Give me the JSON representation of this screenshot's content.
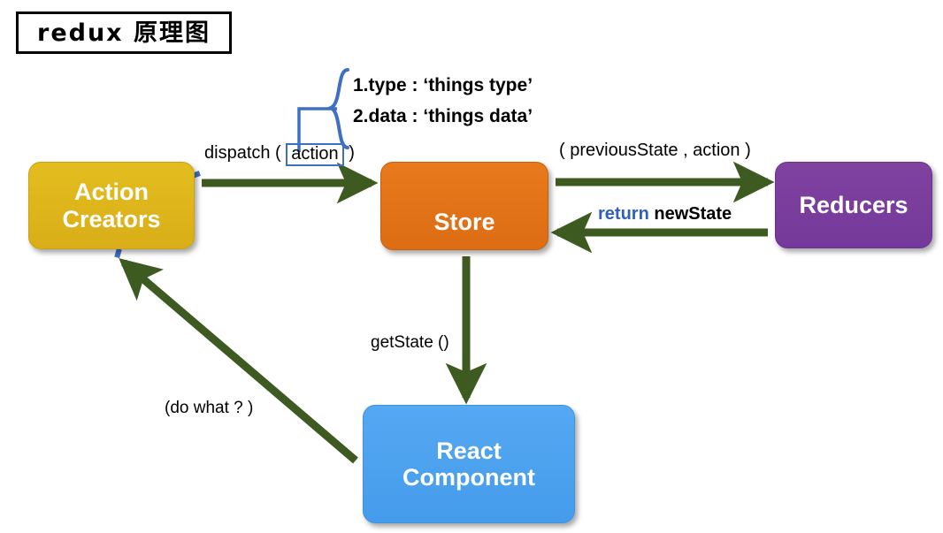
{
  "title": {
    "text": "redux 原理图"
  },
  "nodes": {
    "action_creators": {
      "line1": "Action",
      "line2": "Creators",
      "color": "#e0b81e"
    },
    "store": {
      "label": "Store",
      "color": "#e3741a"
    },
    "reducers": {
      "label": "Reducers",
      "color": "#7b3ea3"
    },
    "react_component": {
      "line1": "React",
      "line2": "Component",
      "color": "#4ea3ef"
    }
  },
  "edges": {
    "dispatch": {
      "prefix": "dispatch (",
      "boxed_word": "action",
      "suffix": ")"
    },
    "reducer_call": "( previousState , action )",
    "reducer_return": {
      "keyword": "return",
      "value": "newState",
      "keyword_color": "#2f5fbf"
    },
    "get_state": "getState ()",
    "do_what": "(do what ? )"
  },
  "annotation": {
    "line1": "1.type : ‘things type’",
    "line2": "2.data : ‘things data’",
    "brace_color": "#3f6fc4"
  },
  "colors": {
    "arrow_green": "#3d5a21",
    "dotted_blue": "#3f6fc4",
    "background": "#ffffff"
  }
}
